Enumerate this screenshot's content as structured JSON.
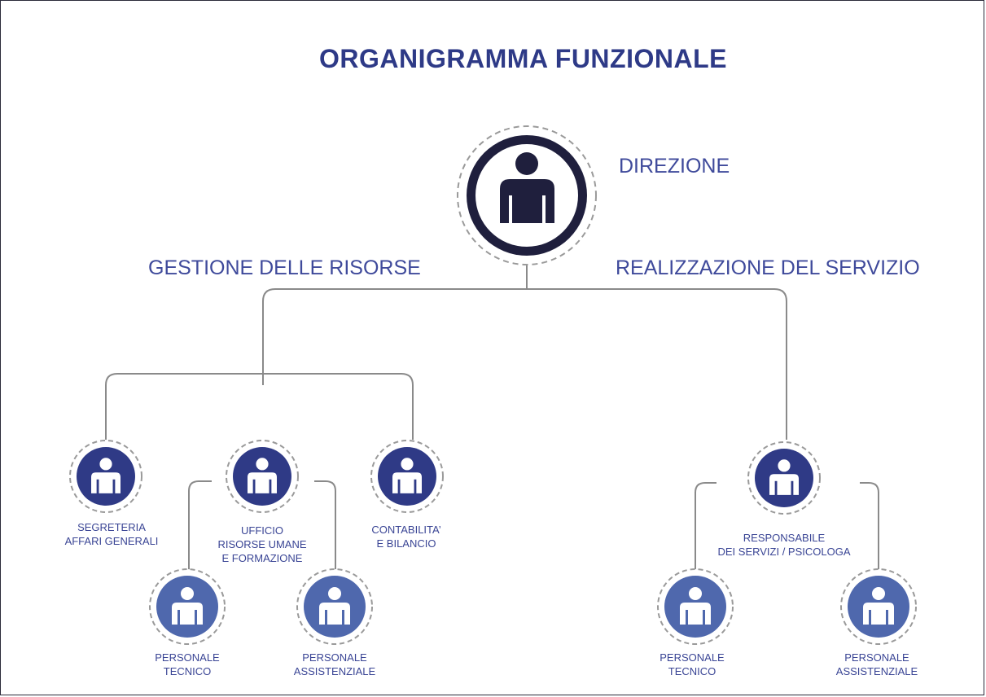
{
  "title": "ORGANIGRAMMA FUNZIONALE",
  "colors": {
    "title": "#2e3a87",
    "direzione_fill": "#1f1f3d",
    "level2_fill": "#2f3a86",
    "level3_fill": "#4f68ad",
    "connector": "#8a8a8a",
    "dashed_ring": "#9a9a9a"
  },
  "direzione": {
    "label": "DIREZIONE"
  },
  "branches": {
    "left": "GESTIONE DELLE RISORSE",
    "right": "REALIZZAZIONE DEL SERVIZIO"
  },
  "nodes": {
    "segreteria": {
      "line1": "SEGRETERIA",
      "line2": "AFFARI GENERALI"
    },
    "ufficio": {
      "line1": "UFFICIO",
      "line2": "RISORSE UMANE",
      "line3": "E FORMAZIONE"
    },
    "contabilita": {
      "line1": "CONTABILITA’",
      "line2": "E BILANCIO"
    },
    "personale_tecnico_1": {
      "line1": "PERSONALE",
      "line2": "TECNICO"
    },
    "personale_assistenziale_1": {
      "line1": "PERSONALE",
      "line2": "ASSISTENZIALE"
    },
    "responsabile": {
      "line1": "RESPONSABILE",
      "line2": "DEI SERVIZI / PSICOLOGA"
    },
    "personale_tecnico_2": {
      "line1": "PERSONALE",
      "line2": "TECNICO"
    },
    "personale_assistenziale_2": {
      "line1": "PERSONALE",
      "line2": "ASSISTENZIALE"
    }
  },
  "icon_name": "person-icon"
}
